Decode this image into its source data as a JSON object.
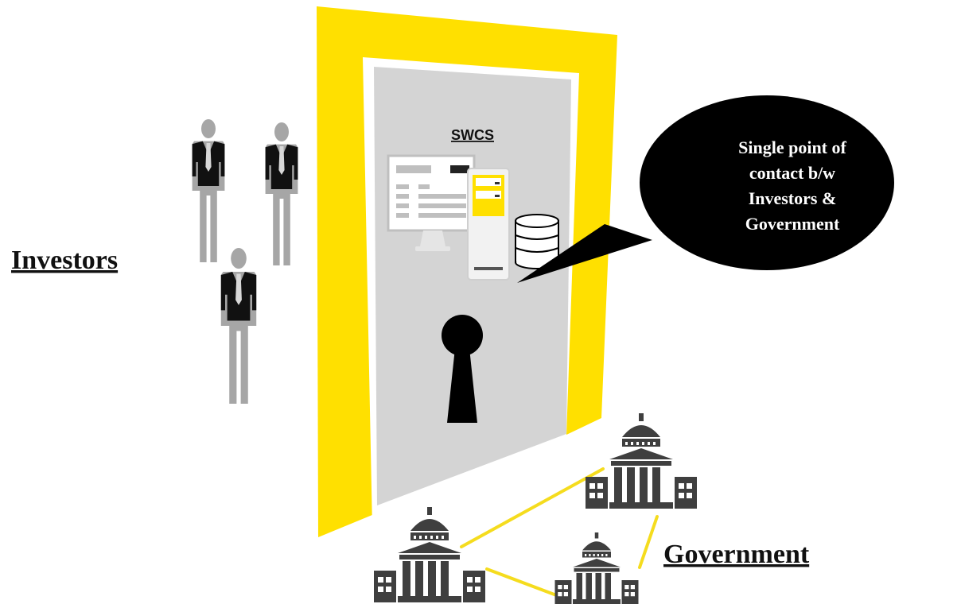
{
  "labels": {
    "investors": "Investors",
    "government": "Government",
    "door_title": "SWCS"
  },
  "speech_bubble": {
    "lines": [
      "Single point of",
      "contact b/w",
      "Investors &",
      "Government"
    ]
  },
  "colors": {
    "door_frame": "#FFE000",
    "door_panel": "#D4D4D4",
    "person_fill": "#A6A6A6",
    "suit": "#111111",
    "building": "#3F3F3F",
    "connector": "#F5DC1E",
    "bubble": "#000000"
  },
  "icons": {
    "investors": "businessman-icon",
    "computer": "desktop-monitor-icon",
    "server": "server-tower-icon",
    "database": "database-icon",
    "lock": "keyhole-icon",
    "government": "government-building-icon"
  }
}
